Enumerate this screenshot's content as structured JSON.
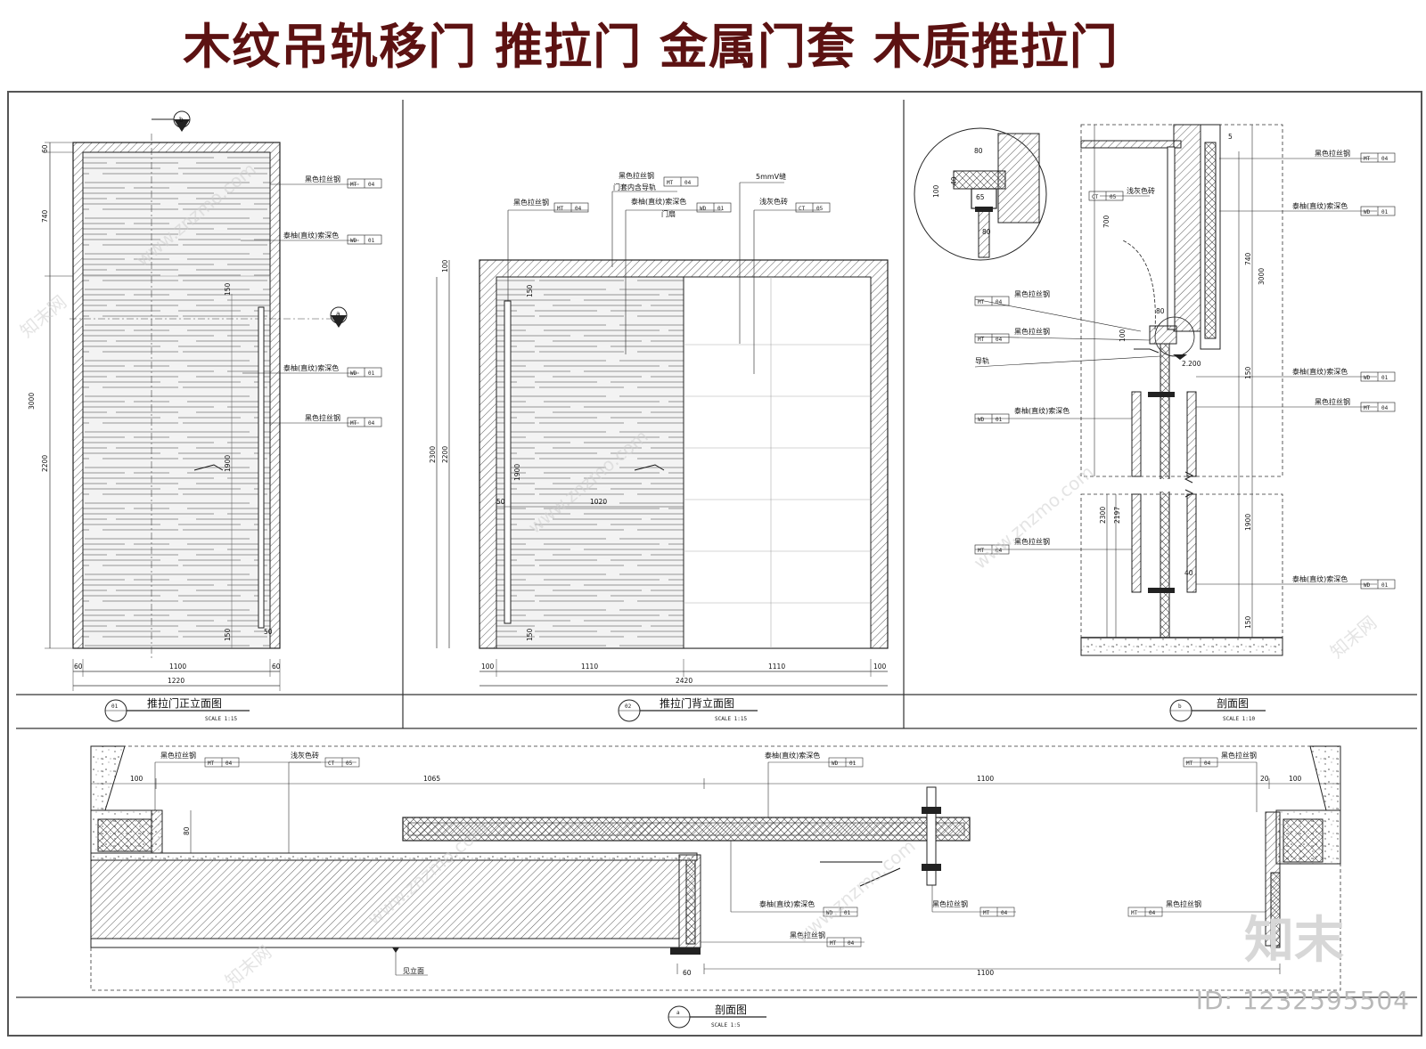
{
  "title": "木纹吊轨移门  推拉门  金属门套  木质推拉门",
  "materials": {
    "mt04": "黑色拉丝钢",
    "wd01": "泰柚(直纹)索深色",
    "ct05": "浅灰色砖",
    "code_mt": "MT",
    "code_wd": "WD",
    "code_ct": "CT",
    "num_04": "04",
    "num_01": "01",
    "num_05": "05"
  },
  "notes": {
    "door_frame_rail": "门套内含导轨",
    "door_leaf": "门扇",
    "v_joint": "5mmV缝",
    "guide_rail": "导轨",
    "see_elevation": "见立面",
    "level": "2.200"
  },
  "views": {
    "v1": {
      "title": "推拉门正立面图",
      "num": "01",
      "scale": "SCALE  1:15"
    },
    "v2": {
      "title": "推拉门背立面图",
      "num": "02",
      "scale": "SCALE  1:15"
    },
    "v3": {
      "title": "剖面图",
      "num": "b",
      "scale": "SCALE  1:10"
    },
    "v4": {
      "title": "剖面图",
      "num": "a",
      "scale": "SCALE  1:5"
    }
  },
  "section_marks": {
    "a": "a",
    "b": "b"
  },
  "dims": {
    "v1": {
      "h60": "60",
      "h740": "740",
      "h3000": "3000",
      "h2200": "2200",
      "h150a": "150",
      "h1900": "1900",
      "h150b": "150",
      "h50": "50",
      "w60a": "60",
      "w1100": "1100",
      "w60b": "60",
      "w1220": "1220"
    },
    "v2": {
      "h100": "100",
      "h2300": "2300",
      "h2200": "2200",
      "h150a": "150",
      "h1900": "1900",
      "h150b": "150",
      "w50": "50",
      "w1020": "1020",
      "w100a": "100",
      "w1110a": "1110",
      "w1110b": "1110",
      "w100b": "100",
      "w2420": "2420"
    },
    "v3": {
      "d80": "80",
      "d65": "65",
      "d100": "100",
      "d40": "40",
      "d5": "5",
      "d700": "700",
      "d740": "740",
      "d3000": "3000",
      "d80b": "80",
      "d100b": "100",
      "d150": "150",
      "d2300": "2300",
      "d2197": "2197",
      "d1900": "1900",
      "d40b": "40",
      "d150b": "150",
      "d80c": "80"
    },
    "v4": {
      "d100a": "100",
      "d1065": "1065",
      "d1100a": "1100",
      "d20": "20",
      "d100b": "100",
      "d80": "80",
      "d60": "60",
      "d1100b": "1100"
    }
  },
  "watermarks": {
    "site": "www.znzmo.com",
    "brand": "知末网",
    "logo": "知末",
    "id": "ID: 1232595504"
  }
}
